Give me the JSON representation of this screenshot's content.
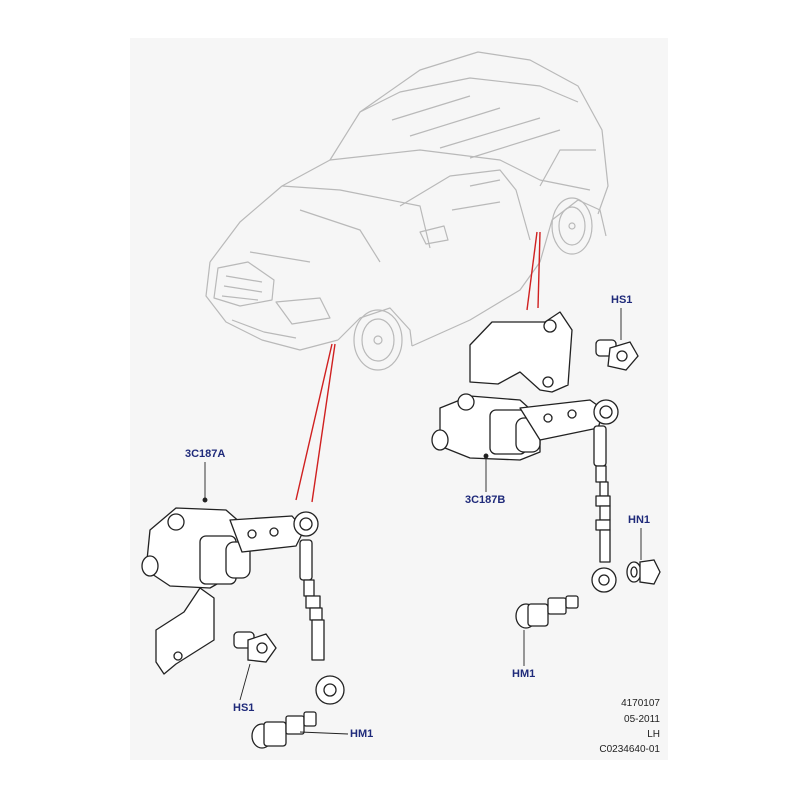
{
  "callouts": {
    "front_sensor": "3C187A",
    "rear_sensor": "3C187B",
    "bolt_front": "HS1",
    "bolt_rear": "HS1",
    "stud_front": "HM1",
    "stud_rear": "HM1",
    "nut_rear": "HN1"
  },
  "footer": {
    "illustration_no": "4170107",
    "date": "05-2011",
    "side": "LH",
    "catalog_ref": "C0234640-01"
  },
  "colors": {
    "leader_red": "#d02020",
    "callout_blue": "#1f2a7a",
    "panel_bg": "#f6f6f6",
    "car_line": "#b9b9b9",
    "part_line": "#222222"
  }
}
